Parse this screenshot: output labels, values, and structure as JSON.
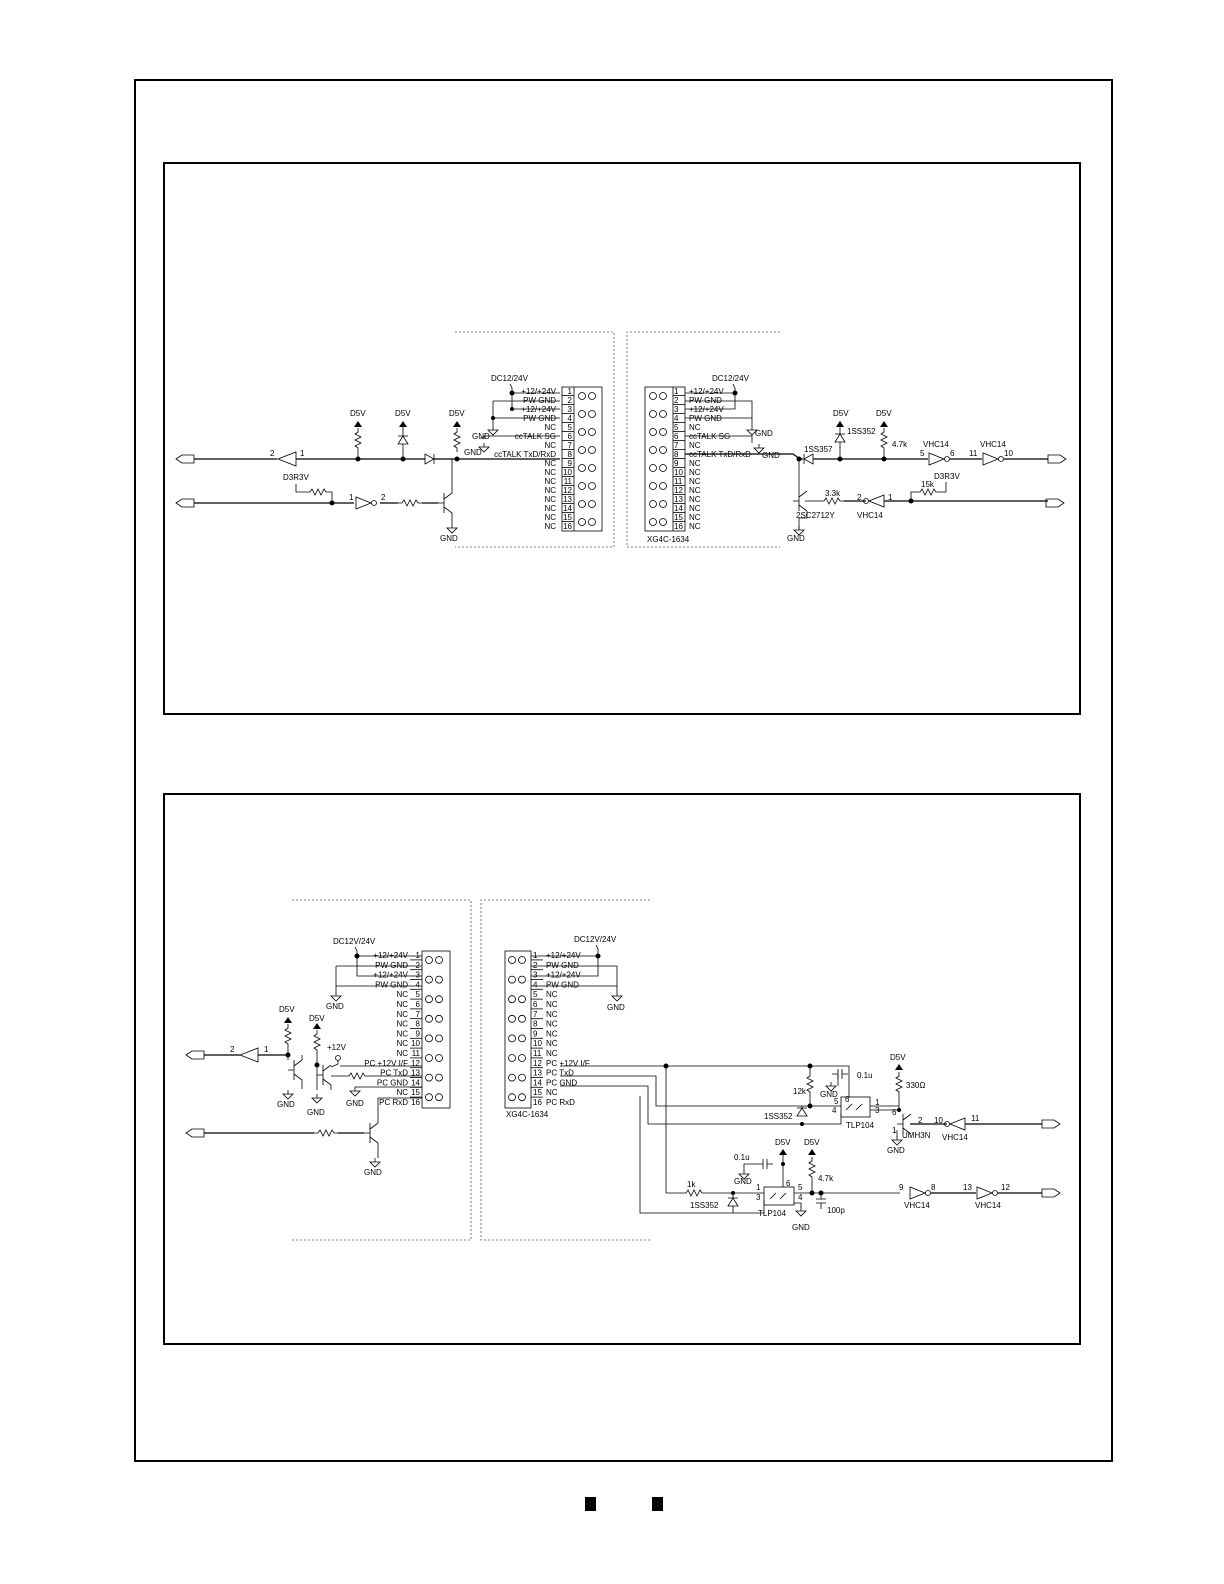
{
  "upper": {
    "left": {
      "nets": {
        "d5v_1": "D5V",
        "d5v_2": "D5V",
        "d5v_3": "D5V",
        "d3r3v": "D3R3V",
        "dc": "DC12/24V",
        "gnd_t": "GND",
        "gnd_a": "GND",
        "gnd_b": "GND"
      },
      "pins": {
        "buf_in": "1",
        "buf_out": "2",
        "inv_in": "1",
        "inv_out": "2"
      },
      "connector": {
        "labels": [
          "+12/+24V",
          "PW GND",
          "+12/+24V",
          "PW GND",
          "NC",
          "ccTALK SG",
          "NC",
          "ccTALK TxD/RxD",
          "NC",
          "NC",
          "NC",
          "NC",
          "NC",
          "NC",
          "NC",
          "NC"
        ],
        "numbers": [
          "1",
          "2",
          "3",
          "4",
          "5",
          "6",
          "7",
          "8",
          "9",
          "10",
          "11",
          "12",
          "13",
          "14",
          "15",
          "16"
        ]
      }
    },
    "right": {
      "nets": {
        "dc": "DC12/24V",
        "d5v_1": "D5V",
        "d5v_2": "D5V",
        "d3r3v": "D3R3V",
        "gnd_a": "GND",
        "gnd_b": "GND",
        "gnd_t": "GND"
      },
      "parts": {
        "diode_1ss357": "1SS357",
        "diode_1ss352": "1SS352",
        "r_4k7": "4.7k",
        "r_3k3": "3.3k",
        "r_15k": "15k",
        "transistor": "2SC2712Y",
        "vhc_a": "VHC14",
        "vhc_b": "VHC14",
        "vhc_c": "VHC14",
        "model": "XG4C-1634"
      },
      "pins": {
        "a_in": "5",
        "a_out": "6",
        "b_in": "11",
        "b_out": "10",
        "c_in": "2",
        "c_out": "1"
      },
      "connector": {
        "labels": [
          "+12/+24V",
          "PW GND",
          "+12/+24V",
          "PW GND",
          "NC",
          "ccTALK SG",
          "NC",
          "ccTALK TxD/RxD",
          "NC",
          "NC",
          "NC",
          "NC",
          "NC",
          "NC",
          "NC",
          "NC"
        ],
        "numbers": [
          "1",
          "2",
          "3",
          "4",
          "5",
          "6",
          "7",
          "8",
          "9",
          "10",
          "11",
          "12",
          "13",
          "14",
          "15",
          "16"
        ]
      }
    }
  },
  "lower": {
    "left": {
      "nets": {
        "dc": "DC12V/24V",
        "d5v_1": "D5V",
        "d5v_2": "D5V",
        "p12v": "+12V",
        "gnd_a": "GND",
        "gnd_b": "GND",
        "gnd_c": "GND",
        "gnd_d": "GND",
        "gnd_e": "GND"
      },
      "pins": {
        "buf_in": "1",
        "buf_out": "2"
      },
      "connector": {
        "labels": [
          "+12/+24V",
          "PW GND",
          "+12/+24V",
          "PW GND",
          "NC",
          "NC",
          "NC",
          "NC",
          "NC",
          "NC",
          "NC",
          "PC +12V I/F",
          "PC TxD",
          "PC GND",
          "NC",
          "PC RxD"
        ],
        "numbers": [
          "1",
          "2",
          "3",
          "4",
          "5",
          "6",
          "7",
          "8",
          "9",
          "10",
          "11",
          "12",
          "13",
          "14",
          "15",
          "16"
        ]
      }
    },
    "right": {
      "nets": {
        "dc": "DC12V/24V",
        "d5v_1": "D5V",
        "d5v_2": "D5V",
        "d5v_3": "D5V",
        "gnd_a": "GND",
        "gnd_b": "GND",
        "gnd_c": "GND",
        "gnd_d": "GND",
        "gnd_e": "GND"
      },
      "parts": {
        "model": "XG4C-1634",
        "c_01u_a": "0.1u",
        "c_01u_b": "0.1u",
        "r_12k": "12k",
        "r_330": "330Ω",
        "r_1k": "1k",
        "r_4k7": "4.7k",
        "c_100p": "100p",
        "d_1ss352_a": "1SS352",
        "d_1ss352_b": "1SS352",
        "opto_a": "TLP104",
        "opto_b": "TLP104",
        "umh": "UMH3N",
        "vhc_a": "VHC14",
        "vhc_b": "VHC14",
        "vhc_c": "VHC14"
      },
      "pins": {
        "oa_6": "6",
        "oa_5": "5",
        "oa_4": "4",
        "oa_1": "1",
        "oa_3": "3",
        "u_2": "2",
        "u_6": "6",
        "u_1": "1",
        "va_in": "10",
        "va_out": "11",
        "ob_1": "1",
        "ob_3": "3",
        "ob_6": "6",
        "ob_5": "5",
        "ob_4": "4",
        "vb_in": "9",
        "vb_out": "8",
        "vc_in": "13",
        "vc_out": "12"
      },
      "connector": {
        "labels": [
          "+12/+24V",
          "PW GND",
          "+12/+24V",
          "PW GND",
          "NC",
          "NC",
          "NC",
          "NC",
          "NC",
          "NC",
          "NC",
          "PC +12V I/F",
          "PC TxD",
          "PC GND",
          "NC",
          "PC RxD"
        ],
        "numbers": [
          "1",
          "2",
          "3",
          "4",
          "5",
          "6",
          "7",
          "8",
          "9",
          "10",
          "11",
          "12",
          "13",
          "14",
          "15",
          "16"
        ]
      }
    }
  }
}
